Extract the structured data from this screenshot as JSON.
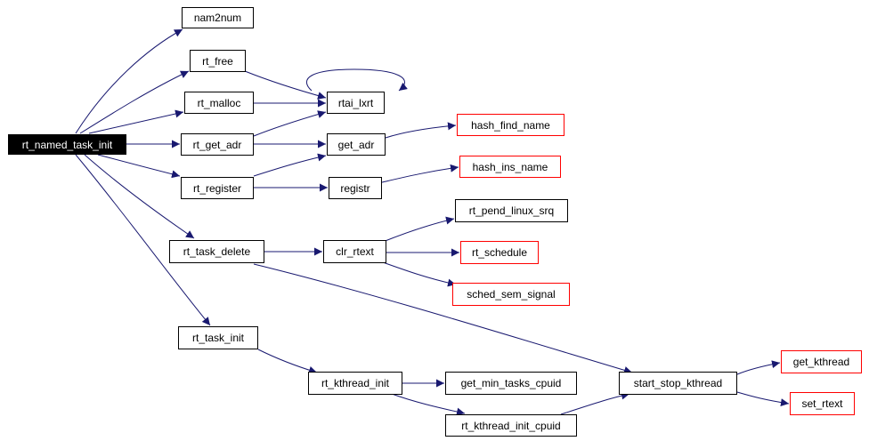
{
  "colors": {
    "edge": "#191970",
    "node_border": "#000000",
    "external_border": "#ff0000",
    "root_fill": "#000000",
    "root_text": "#ffffff"
  },
  "nodes": {
    "rt_named_task_init": "rt_named_task_init",
    "nam2num": "nam2num",
    "rt_free": "rt_free",
    "rt_malloc": "rt_malloc",
    "rt_get_adr": "rt_get_adr",
    "rt_register": "rt_register",
    "rt_task_delete": "rt_task_delete",
    "rt_task_init": "rt_task_init",
    "rtai_lxrt": "rtai_lxrt",
    "get_adr": "get_adr",
    "registr": "registr",
    "clr_rtext": "clr_rtext",
    "rt_kthread_init": "rt_kthread_init",
    "hash_find_name": "hash_find_name",
    "hash_ins_name": "hash_ins_name",
    "rt_pend_linux_srq": "rt_pend_linux_srq",
    "rt_schedule": "rt_schedule",
    "sched_sem_signal": "sched_sem_signal",
    "get_min_tasks_cpuid": "get_min_tasks_cpuid",
    "rt_kthread_init_cpuid": "rt_kthread_init_cpuid",
    "start_stop_kthread": "start_stop_kthread",
    "get_kthread": "get_kthread",
    "set_rtext": "set_rtext"
  }
}
